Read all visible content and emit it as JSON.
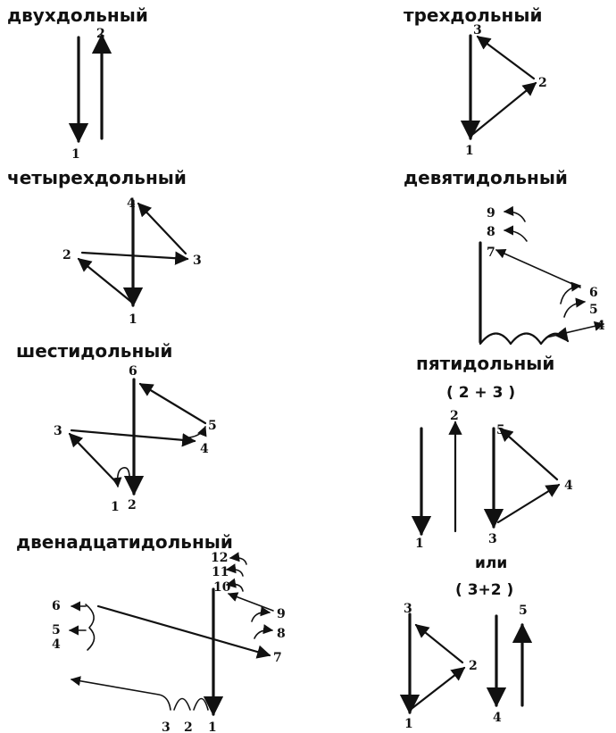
{
  "titles": {
    "two_beat": "двухдольный",
    "three_beat": "трехдольный",
    "four_beat": "четырехдольный",
    "nine_beat": "девятидольный",
    "six_beat": "шестидольный",
    "five_beat": "пятидольный",
    "five_variant_a": "( 2 + 3 )",
    "or": "или",
    "five_variant_b": "( 3+2 )",
    "twelve_beat": "двенадцатидольный"
  },
  "beat_numbers": {
    "two": [
      "1",
      "2"
    ],
    "three": [
      "1",
      "2",
      "3"
    ],
    "four": [
      "1",
      "2",
      "3",
      "4"
    ],
    "nine": [
      "4",
      "5",
      "6",
      "7",
      "8",
      "9"
    ],
    "six": [
      "1",
      "2",
      "3",
      "4",
      "5",
      "6"
    ],
    "five_a": [
      "1",
      "2",
      "3",
      "4",
      "5"
    ],
    "five_b": [
      "1",
      "2",
      "3",
      "4",
      "5"
    ],
    "twelve": [
      "1",
      "2",
      "3",
      "4",
      "5",
      "6",
      "7",
      "8",
      "9",
      "10",
      "11",
      "12"
    ]
  }
}
